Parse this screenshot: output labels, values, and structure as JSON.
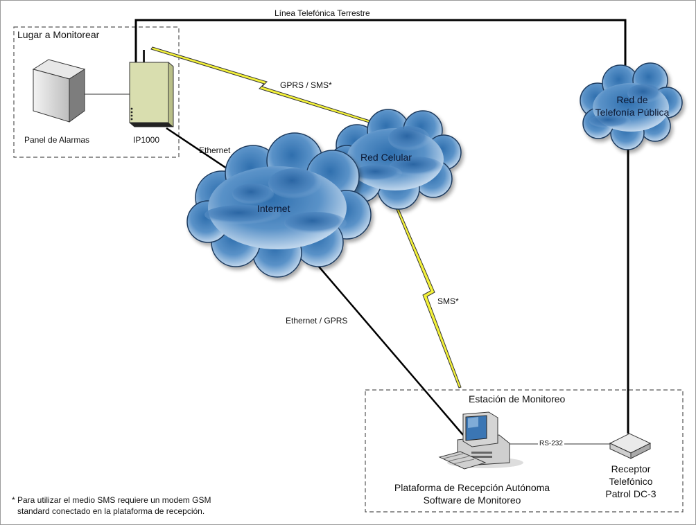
{
  "diagram": {
    "top_line_label": "Línea Telefónica Terrestre",
    "site_box_title": "Lugar a Monitorear",
    "alarm_panel_label": "Panel de Alarmas",
    "ip1000_label": "IP1000",
    "gprs_sms_label": "GPRS / SMS*",
    "ethernet_label": "Ethernet",
    "cloud_celular": "Red Celular",
    "cloud_internet": "Internet",
    "cloud_pstn_line1": "Red de",
    "cloud_pstn_line2": "Telefonía Pública",
    "sms_label": "SMS*",
    "ethernet_gprs_label": "Ethernet / GPRS",
    "station_box_title": "Estación de Monitoreo",
    "rs232_label": "RS-232",
    "platform_line1": "Plataforma de Recepción Autónoma",
    "platform_line2": "Software de Monitoreo",
    "receiver_line1": "Receptor",
    "receiver_line2": "Telefónico",
    "receiver_line3": "Patrol DC-3",
    "footnote_line1": "* Para utilizar el medio SMS requiere un modem GSM",
    "footnote_line2": "standard conectado en la plataforma de recepción."
  },
  "colors": {
    "cloud_dark": "#2f6fae",
    "cloud_light": "#cfe1f3",
    "lightning": "#f4f23a",
    "device_body": "#d6dcae"
  }
}
